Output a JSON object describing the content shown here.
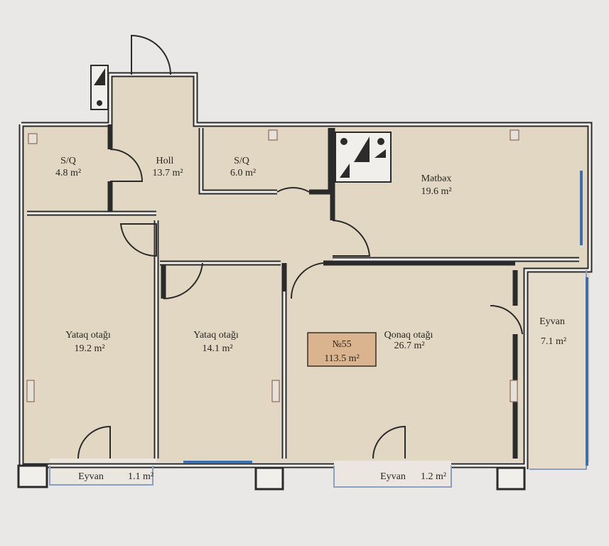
{
  "plan": {
    "unit_number": "№55",
    "total_area": "113.5 m²",
    "colors": {
      "floor": "#e2d7c3",
      "badge": "#d9b48e",
      "paper": "#e9e8e6",
      "window": "#3a6fb0"
    },
    "rooms": [
      {
        "name": "S/Q",
        "area": "4.8 m²"
      },
      {
        "name": "Holl",
        "area": "13.7 m²"
      },
      {
        "name": "S/Q",
        "area": "6.0 m²"
      },
      {
        "name": "Mətbəx",
        "area": "19.6 m²"
      },
      {
        "name": "Yataq otağı",
        "area": "19.2 m²"
      },
      {
        "name": "Yataq otağı",
        "area": "14.1 m²"
      },
      {
        "name": "Qonaq otağı",
        "area": "26.7 m²"
      },
      {
        "name": "Eyvan",
        "area": "7.1 m²"
      },
      {
        "name": "Eyvan",
        "area": "1.1 m²"
      },
      {
        "name": "Eyvan",
        "area": "1.2 m²"
      }
    ]
  }
}
